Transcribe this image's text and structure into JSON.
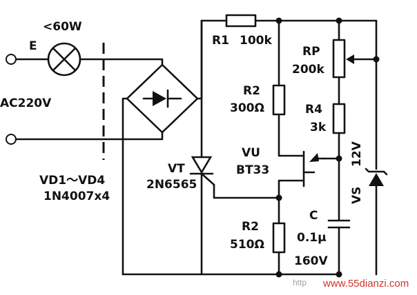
{
  "labels": {
    "lamp_power": "<60W",
    "lamp_name": "E",
    "supply": "AC220V",
    "bridge_diodes": "VD1～VD4",
    "bridge_diodes_part": "1N4007x4",
    "triac_name": "VT",
    "triac_part": "2N6565",
    "r1_name": "R1",
    "r1_value": "100k",
    "r2_top_name": "R2",
    "r2_top_value": "300Ω",
    "rp_name": "RP",
    "rp_value": "200k",
    "r4_name": "R4",
    "r4_value": "3k",
    "ujt_name": "VU",
    "ujt_part": "BT33",
    "zener_voltage": "12V",
    "zener_name": "VS",
    "r2_bottom_name": "R2",
    "r2_bottom_value": "510Ω",
    "cap_name": "C",
    "cap_value": "0.1μ",
    "cap_voltage": "160V"
  },
  "watermark": {
    "prefix": "http",
    "site": "www.55dianzi.com"
  }
}
